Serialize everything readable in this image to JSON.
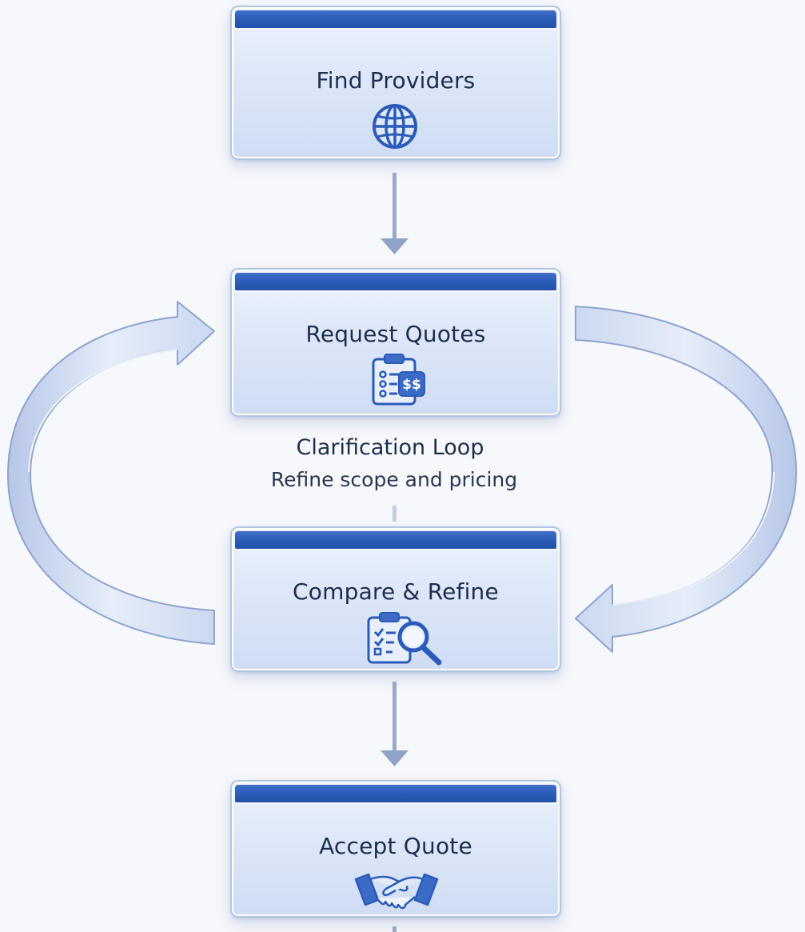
{
  "steps": [
    {
      "label": "Find Providers",
      "icon": "globe-icon"
    },
    {
      "label": "Request Quotes",
      "icon": "quote-clipboard-dollar-icon"
    },
    {
      "label": "Compare & Refine",
      "icon": "checklist-magnifier-icon"
    },
    {
      "label": "Accept Quote",
      "icon": "handshake-icon"
    }
  ],
  "loop": {
    "title": "Clarification Loop",
    "subtitle": "Refine scope and pricing"
  },
  "colors": {
    "accent": "#2a5bb8",
    "box_fill": "#dde7f8",
    "arrow": "#8ea3c8",
    "loop_arrow": "#c9d6ef",
    "text": "#1f2d4d",
    "background": "#f7f8fc"
  }
}
